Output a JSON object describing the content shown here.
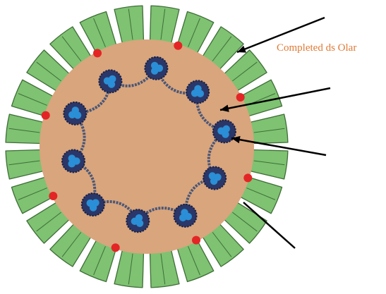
{
  "diagram": {
    "labels": {
      "completed_ds_olar": "Completed ds Olar"
    },
    "colors": {
      "background": "#ffffff",
      "core_fill": "#d9a57c",
      "segment_fill": "#7ec272",
      "segment_stroke": "#3f6e37",
      "red_dot": "#e42525",
      "nucleosome_outer": "#2b3768",
      "nucleosome_inner": "#2a8fd6",
      "strand": "#4a5777",
      "label_text": "#e07a35",
      "arrow": "#000000"
    },
    "counts": {
      "outer_segments": 24,
      "red_dots": 8,
      "nucleosomes": 10,
      "arrows": 4
    }
  }
}
